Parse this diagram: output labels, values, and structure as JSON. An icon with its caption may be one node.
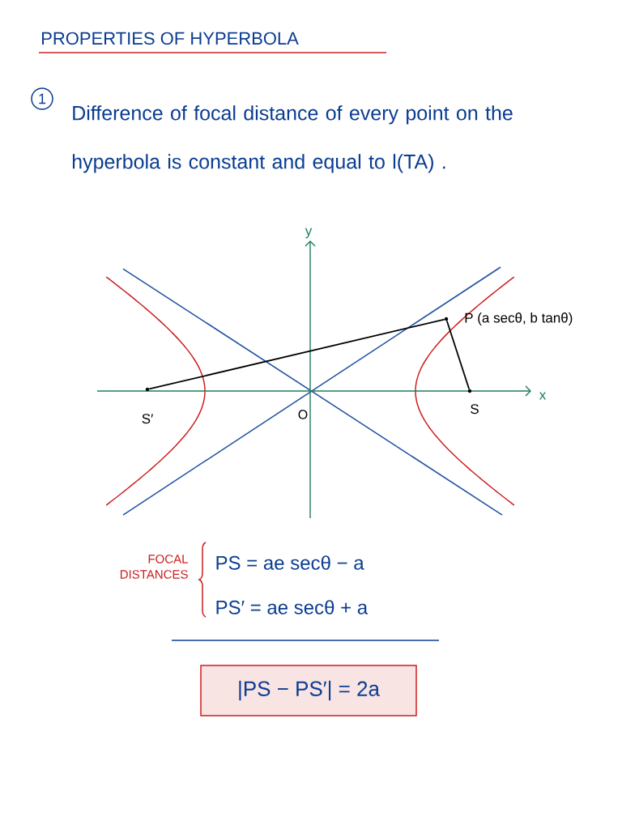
{
  "diagram": {
    "title": "PROPERTIES OF HYPERBOLA",
    "nodes": [
      {
        "text": [
          "1"
        ]
      },
      {
        "text": [],
        "shape": "point",
        "beside": [
          "S′"
        ]
      },
      {
        "text": [],
        "shape": "point",
        "beside": [
          "P (a secθ, b tanθ)"
        ]
      },
      {
        "text": [],
        "shape": "point",
        "beside": [
          "S"
        ]
      },
      {
        "text": [
          "|PS − PS′| = 2a"
        ]
      }
    ],
    "edges": [
      {
        "from": 1,
        "to": 2,
        "arrow": "none"
      },
      {
        "from": 2,
        "to": 3,
        "arrow": "none"
      }
    ],
    "labels": [
      "Difference of focal distance of every point on the hyperbola is constant and equal to l(TA) .",
      "y",
      "x",
      "O",
      "FOCAL DISTANCES",
      "PS = ae secθ − a",
      "PS′ = ae secθ + a"
    ]
  }
}
